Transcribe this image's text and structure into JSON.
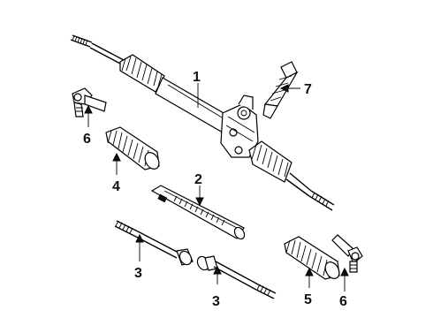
{
  "callouts": {
    "c1": "1",
    "c2": "2",
    "c3a": "3",
    "c3b": "3",
    "c4": "4",
    "c5": "5",
    "c6a": "6",
    "c6b": "6",
    "c7": "7"
  }
}
